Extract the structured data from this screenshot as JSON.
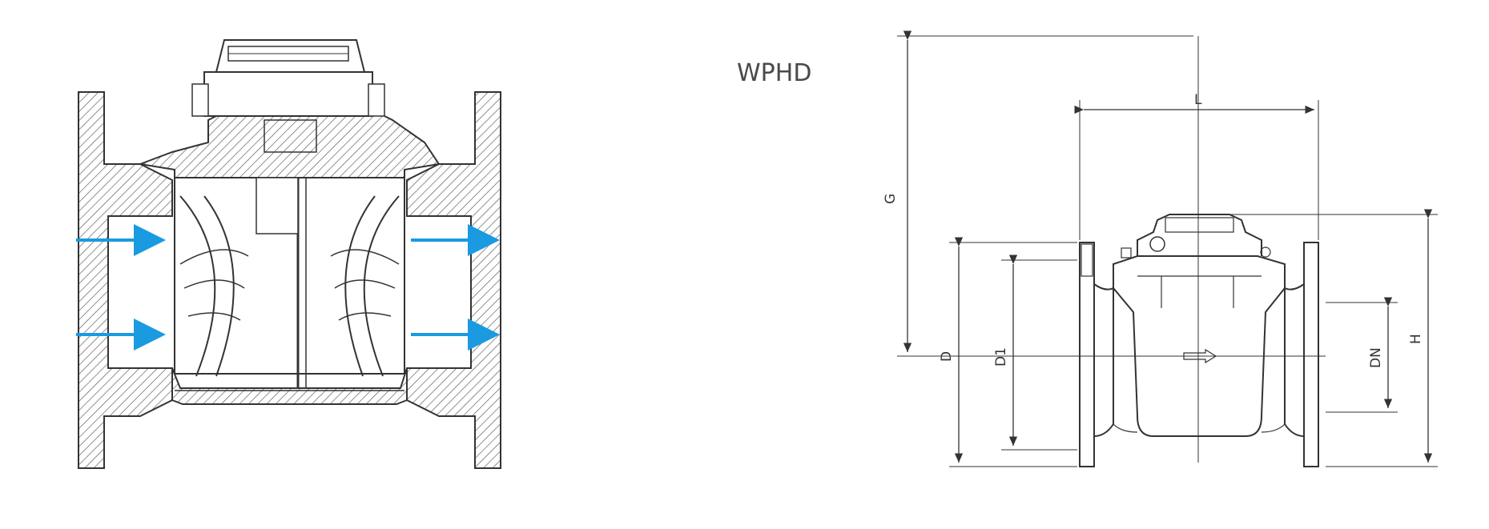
{
  "model": "WPHD",
  "dimensions": {
    "G": "G",
    "L": "L",
    "H": "H",
    "D": "D",
    "D1": "D1",
    "DN": "DN"
  },
  "colors": {
    "line": "#333333",
    "flow_arrow": "#1a9ae0",
    "hatch": "#555555"
  },
  "icons": {
    "flow": "arrow-right-icon"
  }
}
